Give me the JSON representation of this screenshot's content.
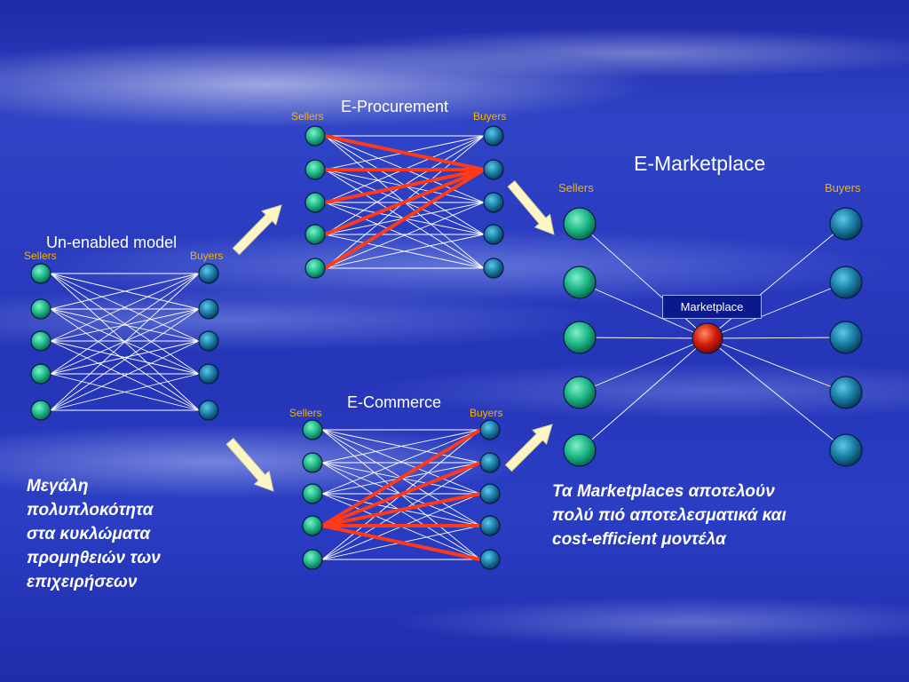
{
  "colors": {
    "seller_node": "#1fb889",
    "buyer_node": "#1b7fa8",
    "hub_node": "#d81e05",
    "thin_link": "#ffffff",
    "highlight_link": "#ff3a1a",
    "role_label": "#f4b400",
    "arrow_fill": "#fbf6c4"
  },
  "unenabled": {
    "title": "Un-enabled model",
    "sellers_label": "Sellers",
    "buyers_label": "Buyers"
  },
  "procurement": {
    "title": "E-Procurement",
    "sellers_label": "Sellers",
    "buyers_label": "Buyers",
    "highlighted_buyer_index": 1
  },
  "commerce": {
    "title": "E-Commerce",
    "sellers_label": "Sellers",
    "buyers_label": "Buyers",
    "highlighted_seller_index": 3
  },
  "marketplace": {
    "title": "E-Marketplace",
    "sellers_label": "Sellers",
    "buyers_label": "Buyers",
    "hub_label": "Marketplace"
  },
  "captions": {
    "left": [
      "Μεγάλη",
      "πολυπλοκότητα",
      "στα κυκλώματα",
      "προμηθειών των",
      "επιχειρήσεων"
    ],
    "right": [
      "Τα Marketplaces αποτελούν",
      "πολύ πιό αποτελεσματικά και",
      "cost-efficient μοντέλα"
    ]
  }
}
